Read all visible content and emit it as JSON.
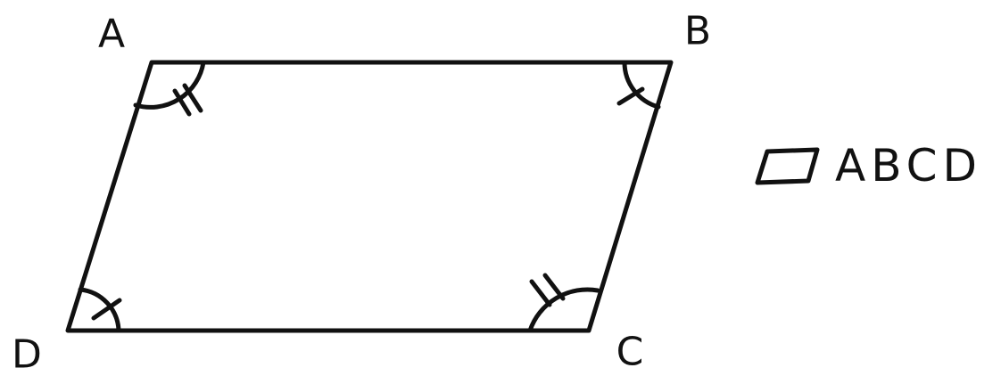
{
  "vertices": {
    "a": "A",
    "b": "B",
    "c": "C",
    "d": "D"
  },
  "notation": {
    "symbol": "parallelogram-icon",
    "text": "ABCD"
  },
  "angle_marks": {
    "A": "double-tick",
    "B": "single-tick",
    "C": "double-tick",
    "D": "single-tick"
  },
  "colors": {
    "ink": "#111111",
    "background": "#ffffff"
  }
}
